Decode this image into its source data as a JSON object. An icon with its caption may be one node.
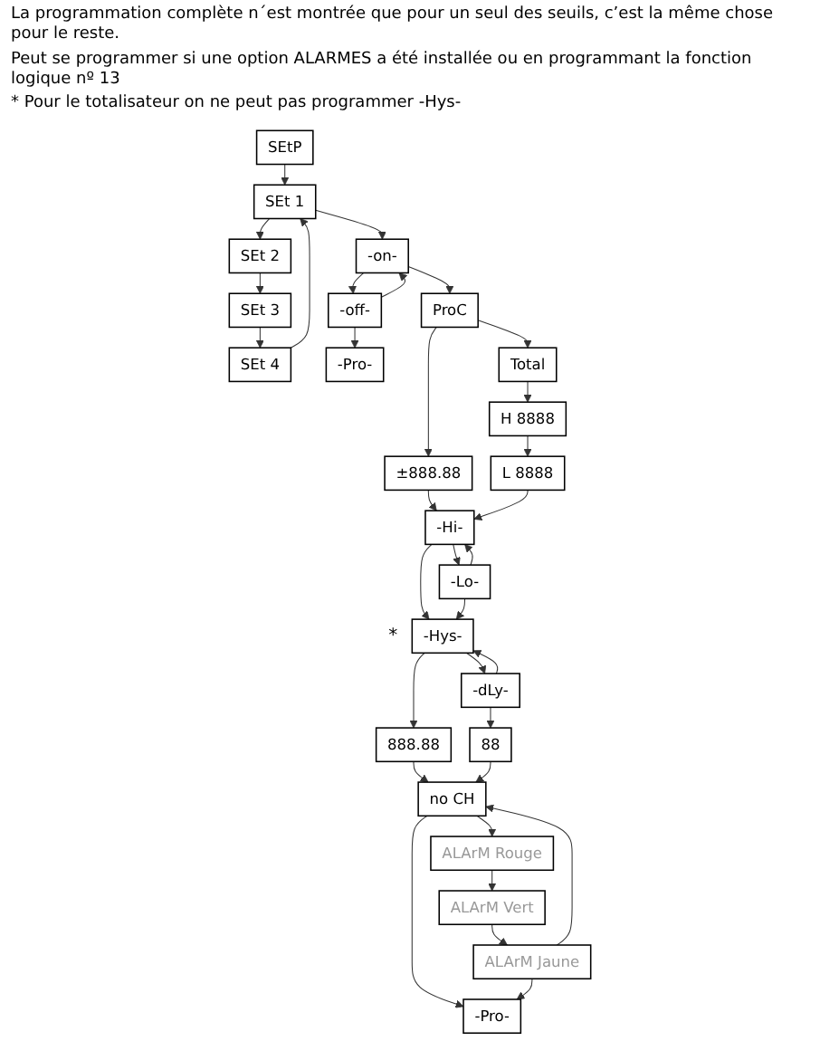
{
  "diagram": {
    "nodes": [
      {
        "text": [
          "SEtP"
        ]
      },
      {
        "text": [
          "SEt 1"
        ]
      },
      {
        "text": [
          "SEt 2"
        ]
      },
      {
        "text": [
          "SEt 3"
        ]
      },
      {
        "text": [
          "SEt 4"
        ]
      },
      {
        "text": [
          "-on-"
        ]
      },
      {
        "text": [
          "-off-"
        ]
      },
      {
        "text": [
          "-Pro-"
        ]
      },
      {
        "text": [
          "ProC"
        ]
      },
      {
        "text": [
          "Total"
        ]
      },
      {
        "text": [
          "H 8888"
        ]
      },
      {
        "text": [
          "L 8888"
        ]
      },
      {
        "text": [
          "±888.88"
        ]
      },
      {
        "text": [
          "-Hi-"
        ]
      },
      {
        "text": [
          "-Lo-"
        ]
      },
      {
        "text": [
          "-Hys-"
        ],
        "beside": [
          "*"
        ]
      },
      {
        "text": [
          "-dLy-"
        ]
      },
      {
        "text": [
          "888.88"
        ]
      },
      {
        "text": [
          "88"
        ]
      },
      {
        "text": [
          "no CH"
        ]
      },
      {
        "text": [
          "ALArM Rouge"
        ]
      },
      {
        "text": [
          "ALArM Vert"
        ]
      },
      {
        "text": [
          "ALArM Jaune"
        ]
      },
      {
        "text": [
          "-Pro-"
        ]
      }
    ],
    "edges": [
      {
        "from": 0,
        "to": 1,
        "arrow": "to"
      },
      {
        "from": 1,
        "to": 2,
        "arrow": "to"
      },
      {
        "from": 2,
        "to": 3,
        "arrow": "to"
      },
      {
        "from": 3,
        "to": 4,
        "arrow": "to"
      },
      {
        "from": 4,
        "to": 1,
        "arrow": "to"
      },
      {
        "from": 1,
        "to": 5,
        "arrow": "to"
      },
      {
        "from": 5,
        "to": 6,
        "arrow": "to"
      },
      {
        "from": 6,
        "to": 5,
        "arrow": "to"
      },
      {
        "from": 6,
        "to": 7,
        "arrow": "to"
      },
      {
        "from": 5,
        "to": 8,
        "arrow": "to"
      },
      {
        "from": 8,
        "to": 9,
        "arrow": "to"
      },
      {
        "from": 8,
        "to": 12,
        "arrow": "to"
      },
      {
        "from": 9,
        "to": 10,
        "arrow": "to"
      },
      {
        "from": 10,
        "to": 11,
        "arrow": "to"
      },
      {
        "from": 12,
        "to": 13,
        "arrow": "to"
      },
      {
        "from": 11,
        "to": 13,
        "arrow": "to"
      },
      {
        "from": 13,
        "to": 14,
        "arrow": "to"
      },
      {
        "from": 14,
        "to": 13,
        "arrow": "to"
      },
      {
        "from": 13,
        "to": 15,
        "arrow": "to"
      },
      {
        "from": 14,
        "to": 15,
        "arrow": "to"
      },
      {
        "from": 15,
        "to": 16,
        "arrow": "to"
      },
      {
        "from": 16,
        "to": 15,
        "arrow": "to"
      },
      {
        "from": 15,
        "to": 17,
        "arrow": "to"
      },
      {
        "from": 16,
        "to": 18,
        "arrow": "to"
      },
      {
        "from": 17,
        "to": 19,
        "arrow": "to"
      },
      {
        "from": 18,
        "to": 19,
        "arrow": "to"
      },
      {
        "from": 19,
        "to": 20,
        "arrow": "to"
      },
      {
        "from": 20,
        "to": 21,
        "arrow": "to"
      },
      {
        "from": 21,
        "to": 22,
        "arrow": "to"
      },
      {
        "from": 22,
        "to": 19,
        "arrow": "to"
      },
      {
        "from": 19,
        "to": 23,
        "arrow": "to"
      },
      {
        "from": 22,
        "to": 23,
        "arrow": "to"
      }
    ],
    "labels": [
      "La programmation complète n´est montrée que pour un seul des seuils, c’est la même chose pour le reste.",
      "Peut se programmer si une option ALARMES a été installée ou en programmant la fonction logique nº 13",
      "* Pour le totalisateur on ne peut pas programmer -Hys-"
    ]
  }
}
